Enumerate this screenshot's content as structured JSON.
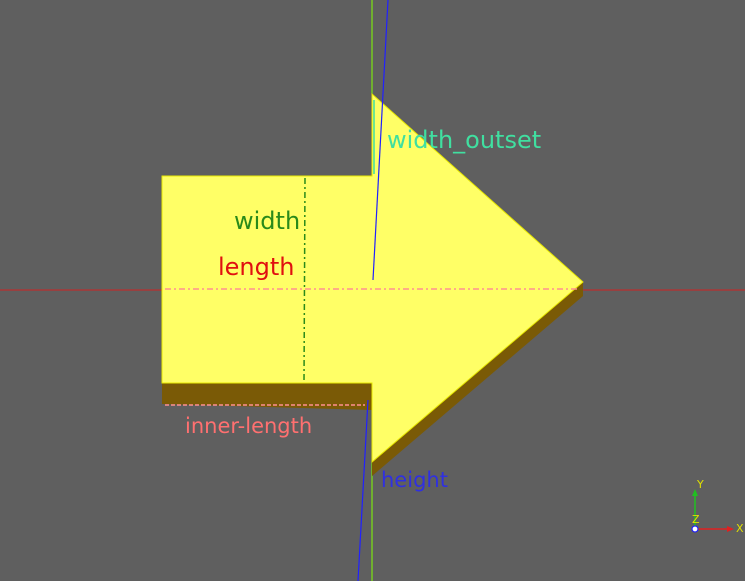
{
  "labels": {
    "width_outset": "width_outset",
    "width": "width",
    "length": "length",
    "inner_length": "inner-length",
    "height": "height"
  },
  "axes": {
    "x": "X",
    "y": "Y",
    "z": "Z"
  },
  "colors": {
    "background": "#5f5f5f",
    "face": "#ffff66",
    "side": "#7a5a06",
    "width_outset": "#40dfa0",
    "width": "#2a8a1a",
    "length": "#e01010",
    "inner_length": "#ff7070",
    "height": "#3030e0",
    "x_axis": "#e00000",
    "y_axis": "#80ff00",
    "z_axis": "#2020ff"
  }
}
